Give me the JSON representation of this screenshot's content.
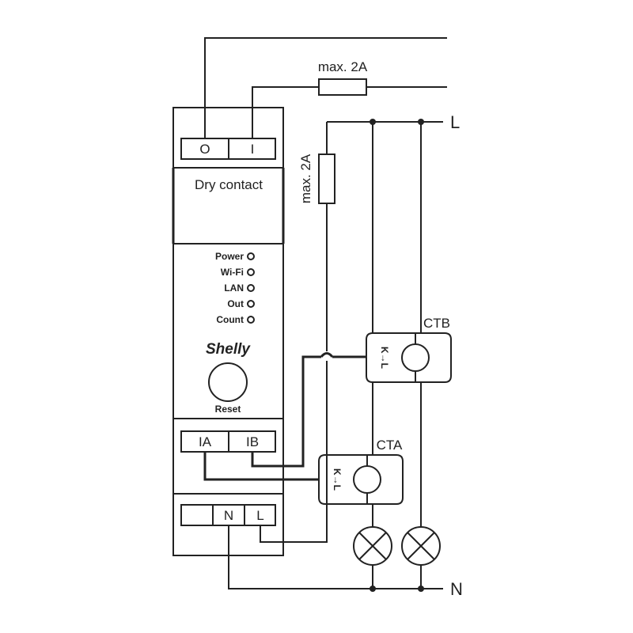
{
  "device": {
    "top_terminals": [
      "O",
      "I"
    ],
    "mode_label": "Dry contact",
    "leds": [
      "Power",
      "Wi-Fi",
      "LAN",
      "Out",
      "Count"
    ],
    "logo": "Shelly",
    "reset_label": "Reset",
    "ct_terminals": [
      "IA",
      "IB"
    ],
    "bottom_terminals": [
      "N",
      "L"
    ]
  },
  "fuses": {
    "top_label": "max. 2A",
    "vertical_label": "max. 2A"
  },
  "current_transformers": [
    {
      "label": "CTB",
      "direction": "K→L"
    },
    {
      "label": "CTA",
      "direction": "K→L"
    }
  ],
  "lines": {
    "live": "L",
    "neutral": "N"
  },
  "icons": [
    "lamp-icon",
    "lamp-icon",
    "led-indicator-icon",
    "reset-button-icon"
  ]
}
